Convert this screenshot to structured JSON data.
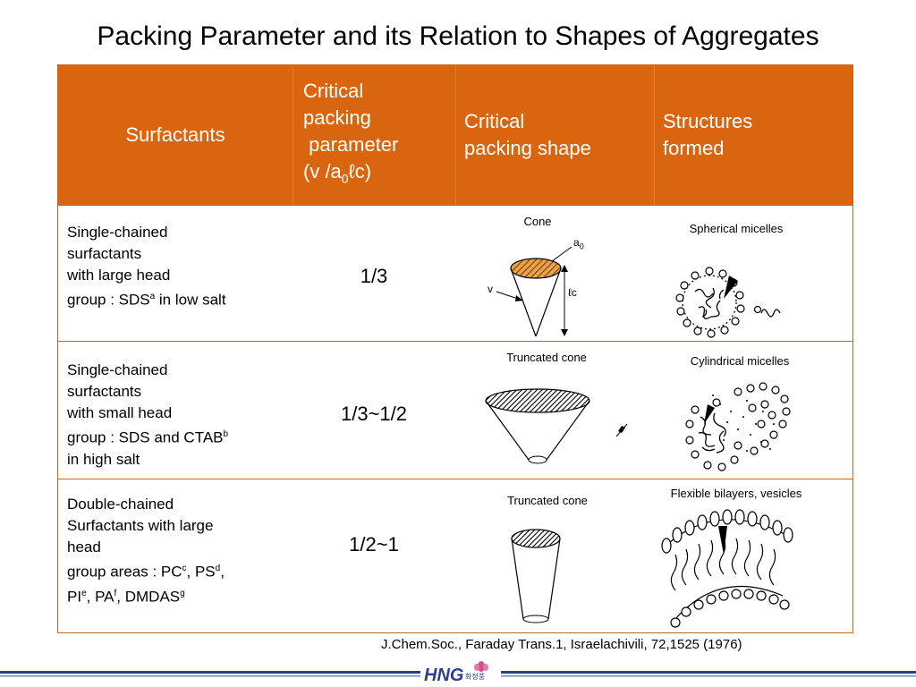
{
  "title": "Packing Parameter and its Relation to Shapes of Aggregates",
  "header": {
    "col1": "Surfactants",
    "col2_lines": [
      "Critical",
      "packing",
      " parameter"
    ],
    "col2_formula": {
      "pre": "(v /a",
      "sub": "0",
      "post": "ℓc)"
    },
    "col3_lines": [
      "Critical",
      "packing shape"
    ],
    "col4_lines": [
      "Structures",
      "formed"
    ]
  },
  "rows": [
    {
      "surfactant_lines": [
        "Single-chained",
        "surfactants",
        "with large head"
      ],
      "surfactant_last": {
        "pre": "group : SDS",
        "sup": "a",
        "post": " in low salt"
      },
      "parameter": "1/3",
      "shape_caption": "Cone",
      "structure_caption": "Spherical micelles",
      "labels": {
        "a0_pre": "a",
        "a0_sub": "0",
        "v": "v",
        "lc": "ℓc"
      }
    },
    {
      "surfactant_lines": [
        "Single-chained",
        "surfactants",
        "with small head"
      ],
      "surfactant_group": {
        "pre": "group : SDS and CTAB",
        "sup": "b"
      },
      "surfactant_tail": "in high salt",
      "parameter": "1/3~1/2",
      "shape_caption": "Truncated cone",
      "structure_caption": "Cylindrical micelles"
    },
    {
      "surfactant_lines": [
        "Double-chained",
        "Surfactants with large",
        "head"
      ],
      "surfactant_areas": {
        "pre": "group areas : PC",
        "sup1": "c",
        "mid": ", PS",
        "sup2": "d",
        "post": ","
      },
      "surfactant_last": {
        "p1": "PI",
        "s1": "e",
        "p2": ", PA",
        "s2": "f",
        "p3": ", DMDAS",
        "s3": "g"
      },
      "parameter": "1/2~1",
      "shape_caption": "Truncated cone",
      "structure_caption": "Flexible bilayers, vesicles"
    }
  ],
  "citation": "J.Chem.Soc., Faraday Trans.1, Israelachivili, 72,1525 (1976)",
  "logo": {
    "text": "HNG",
    "sub": "화정풍"
  },
  "colors": {
    "header_bg": "#d9650f",
    "border": "#c8671a",
    "footer_blue": "#2a3f8f"
  }
}
